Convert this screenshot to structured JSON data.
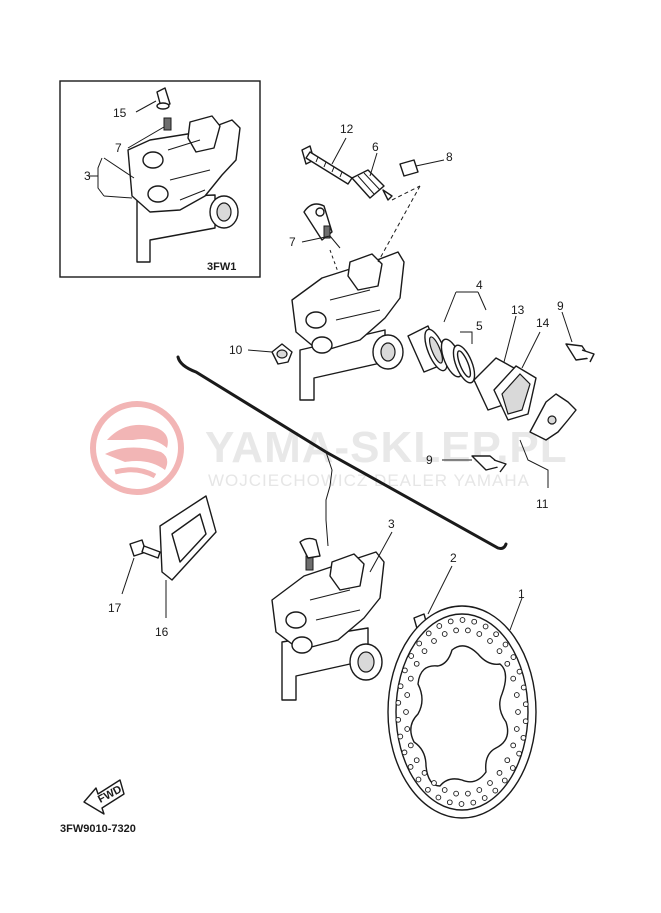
{
  "watermark": {
    "brand": "YAMA-SKLEP.PL",
    "subtitle": "WOJCIECHOWICZ DEALER YAMAHA"
  },
  "inset": {
    "label": "3FW1"
  },
  "diagram_code": "3FW9010-7320",
  "fwd_label": "FWD",
  "callouts": {
    "c1": "1",
    "c2": "2",
    "c3_inset": "3",
    "c3": "3",
    "c4": "4",
    "c5": "5",
    "c6": "6",
    "c7_inset": "7",
    "c7": "7",
    "c8": "8",
    "c9_top": "9",
    "c9_bottom": "9",
    "c10": "10",
    "c11": "11",
    "c12": "12",
    "c13": "13",
    "c14": "14",
    "c15": "15",
    "c16": "16",
    "c17": "17"
  },
  "colors": {
    "watermark_red": "#f2b5b5",
    "line": "#1a1a1a"
  }
}
